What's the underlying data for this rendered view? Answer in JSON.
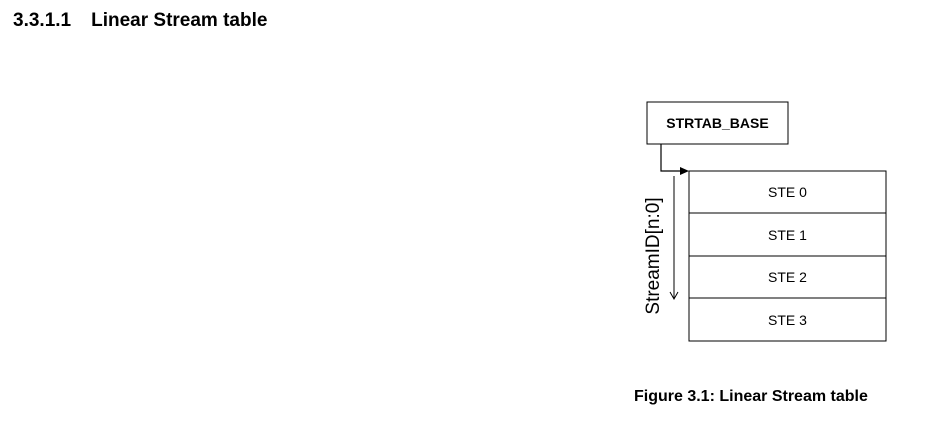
{
  "section": {
    "number": "3.3.1.1",
    "title": "Linear Stream table"
  },
  "diagram": {
    "base_register": "STRTAB_BASE",
    "index_label": "StreamID[n:0]",
    "entries": [
      "STE 0",
      "STE 1",
      "STE 2",
      "STE 3"
    ]
  },
  "figure": {
    "caption": "Figure 3.1: Linear Stream table"
  }
}
